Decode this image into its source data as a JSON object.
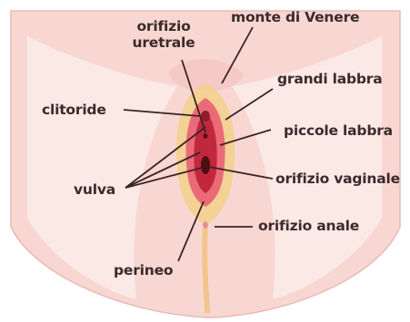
{
  "labels": {
    "orifizio_uretrale": "orifizio\nuretrale",
    "orifizio_uretrale_line1": "orifizio",
    "orifizio_uretrale_line2": "uretrale",
    "monte_di_venere": "monte di Venere",
    "clitoride": "clitoride",
    "grandi_labbra": "grandi labbra",
    "piccole_labbra": "piccole labbra",
    "vulva": "vulva",
    "orifizio_vaginale": "orifizio vaginale",
    "orifizio_anale": "orifizio anale",
    "perineo": "perineo"
  },
  "colors": {
    "skin_outer": "#f6d3d0",
    "skin_inner": "#f9e6e3",
    "labia_majora": "#f3d08a",
    "labia_minora": "#e8606e",
    "vestibule": "#c1283d",
    "text": "#3b2a2a",
    "leader_line": "#3b2424"
  }
}
